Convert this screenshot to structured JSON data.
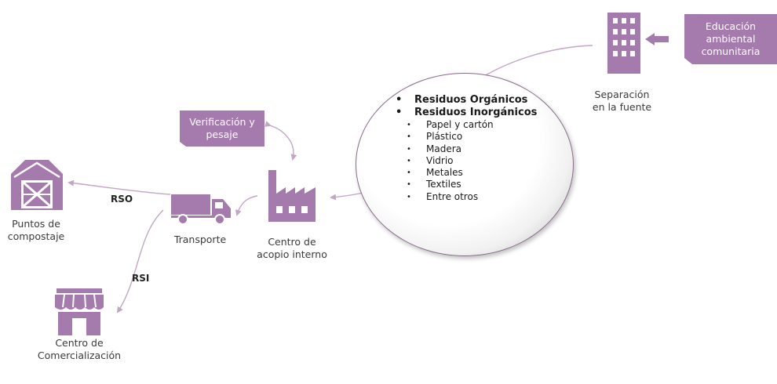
{
  "colors": {
    "accent": "#a57aad",
    "line": "#c3a5c6",
    "text": "#3a3a3a"
  },
  "icons": {
    "building": "building-icon",
    "factory": "factory-icon",
    "truck": "truck-icon",
    "barn": "barn-icon",
    "store": "store-icon"
  },
  "nodes": {
    "education": "Educación\nambiental\ncomunitaria",
    "separation": "Separación\nen la fuente",
    "verification": "Verificación y\npesaje",
    "collection_center": "Centro de\nacopio interno",
    "transport": "Transporte",
    "composting": "Puntos de\ncompostaje",
    "commercialization": "Centro de\nComercialización"
  },
  "flow_labels": {
    "rso": "RSO",
    "rsi": "RSI"
  },
  "waste_types": {
    "organic": "Residuos Orgánicos",
    "inorganic": "Residuos Inorgánicos",
    "inorganic_items": [
      "Papel y cartón",
      "Plástico",
      "Madera",
      "Vidrio",
      "Metales",
      "Textiles",
      "Entre otros"
    ]
  }
}
